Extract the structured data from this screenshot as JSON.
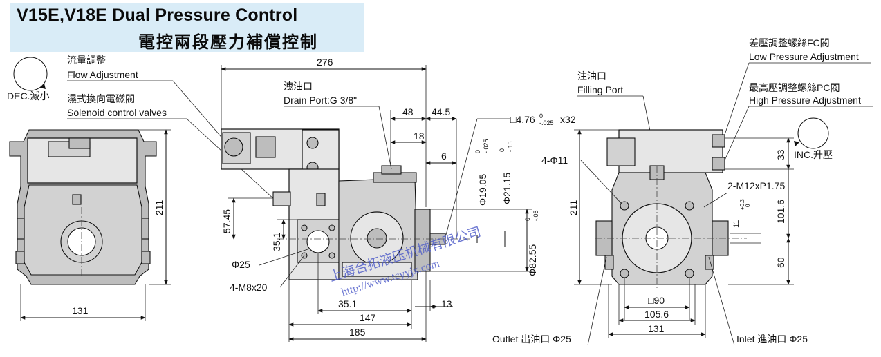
{
  "title": {
    "en": "V15E,V18E Dual Pressure Control",
    "zh": "電控兩段壓力補償控制"
  },
  "labels": {
    "flow_zh": "流量調整",
    "flow_en": "Flow Adjustment",
    "dec": "DEC.減小",
    "solenoid_zh": "濕式換向電磁閥",
    "solenoid_en": "Solenoid control valves",
    "drain_zh": "洩油口",
    "drain_en": "Drain Port:G 3/8\"",
    "filling_zh": "注油口",
    "filling_en": "Filling Port",
    "lowp_zh": "差壓調整螺絲FC閥",
    "lowp_en": "Low Pressure Adjustment",
    "highp_zh": "最高壓調整螺絲PC閥",
    "highp_en": "High Pressure Adjustment",
    "inc": "INC.升壓",
    "outlet": "Outlet 出油口 Φ25",
    "inlet": "Inlet 進油口 Φ25",
    "bolt_holes_side": "4-M8x20",
    "phi25": "Φ25",
    "holes_4phi11": "4-Φ11",
    "thread": "2-M12xP1.75",
    "key": "□4.76",
    "key_tol_upper": "0",
    "key_tol_lower": "-.025",
    "key_len": "x32"
  },
  "dimensions": {
    "front_width": "131",
    "front_height": "211",
    "side_276": "276",
    "side_48": "48",
    "side_44_5": "44.5",
    "side_18": "18",
    "side_6": "6",
    "side_57_45": "57.45",
    "side_35_1_v": "35.1",
    "side_35_1_h": "35.1",
    "side_147": "147",
    "side_185": "185",
    "side_13": "13",
    "phi19": "Φ19.05",
    "phi19_tol": "-.025",
    "phi19_tol_upper": "0",
    "phi21": "Φ21.15",
    "phi21_tol": "-.15",
    "phi21_tol_upper": "0",
    "phi82": "Φ82.55",
    "phi82_tol": "-.05",
    "phi82_tol_upper": "0",
    "rear_211": "211",
    "rear_33": "33",
    "rear_101_6": "101.6",
    "rear_60": "60",
    "rear_11": "11",
    "rear_11_tol_upper": "+0.3",
    "rear_11_tol_lower": "0",
    "rear_sq90": "□90",
    "rear_105_6": "105.6",
    "rear_131": "131"
  },
  "watermark": {
    "zh": "上海台拓液压机械有限公司",
    "url": "http://www.tcyyjx.com"
  }
}
